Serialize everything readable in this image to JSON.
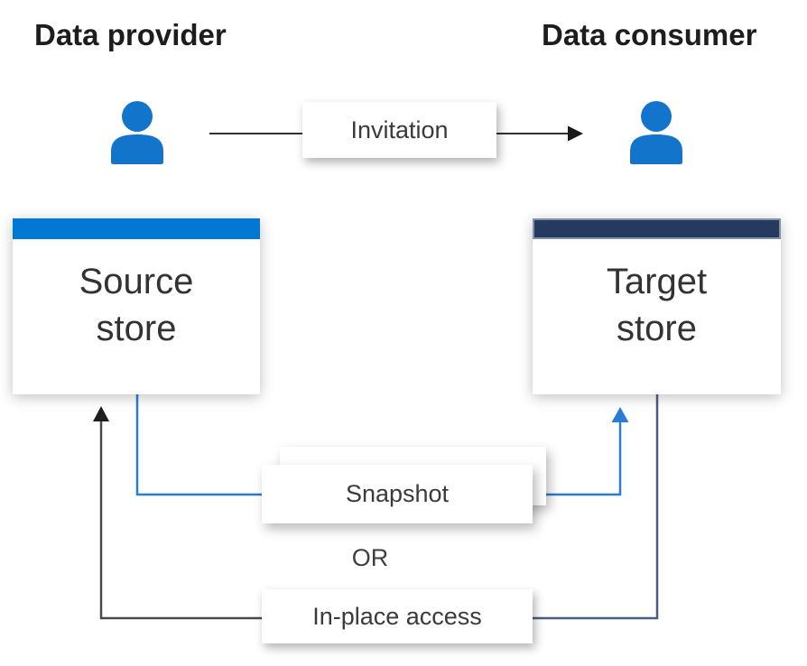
{
  "diagram": {
    "headings": {
      "provider": "Data provider",
      "consumer": "Data consumer"
    },
    "nodes": {
      "invitation": "Invitation",
      "source_store": "Source\nstore",
      "target_store": "Target\nstore",
      "snapshot": "Snapshot",
      "or": "OR",
      "in_place_access": "In-place access"
    },
    "icons": {
      "provider": "person-icon",
      "consumer": "person-icon"
    },
    "colors": {
      "source_store_header": "#0078d4",
      "target_store_header": "#243a5e",
      "person_icon_blue": "#1374cc",
      "snapshot_flow_blue": "#2b7cd3",
      "in_place_flow_navy": "#4a5d82",
      "in_place_flow_black": "#4a4a4a",
      "invitation_arrow_black": "#333333",
      "heading_text": "#1d1d1d",
      "label_text": "#3a3a3a"
    }
  }
}
